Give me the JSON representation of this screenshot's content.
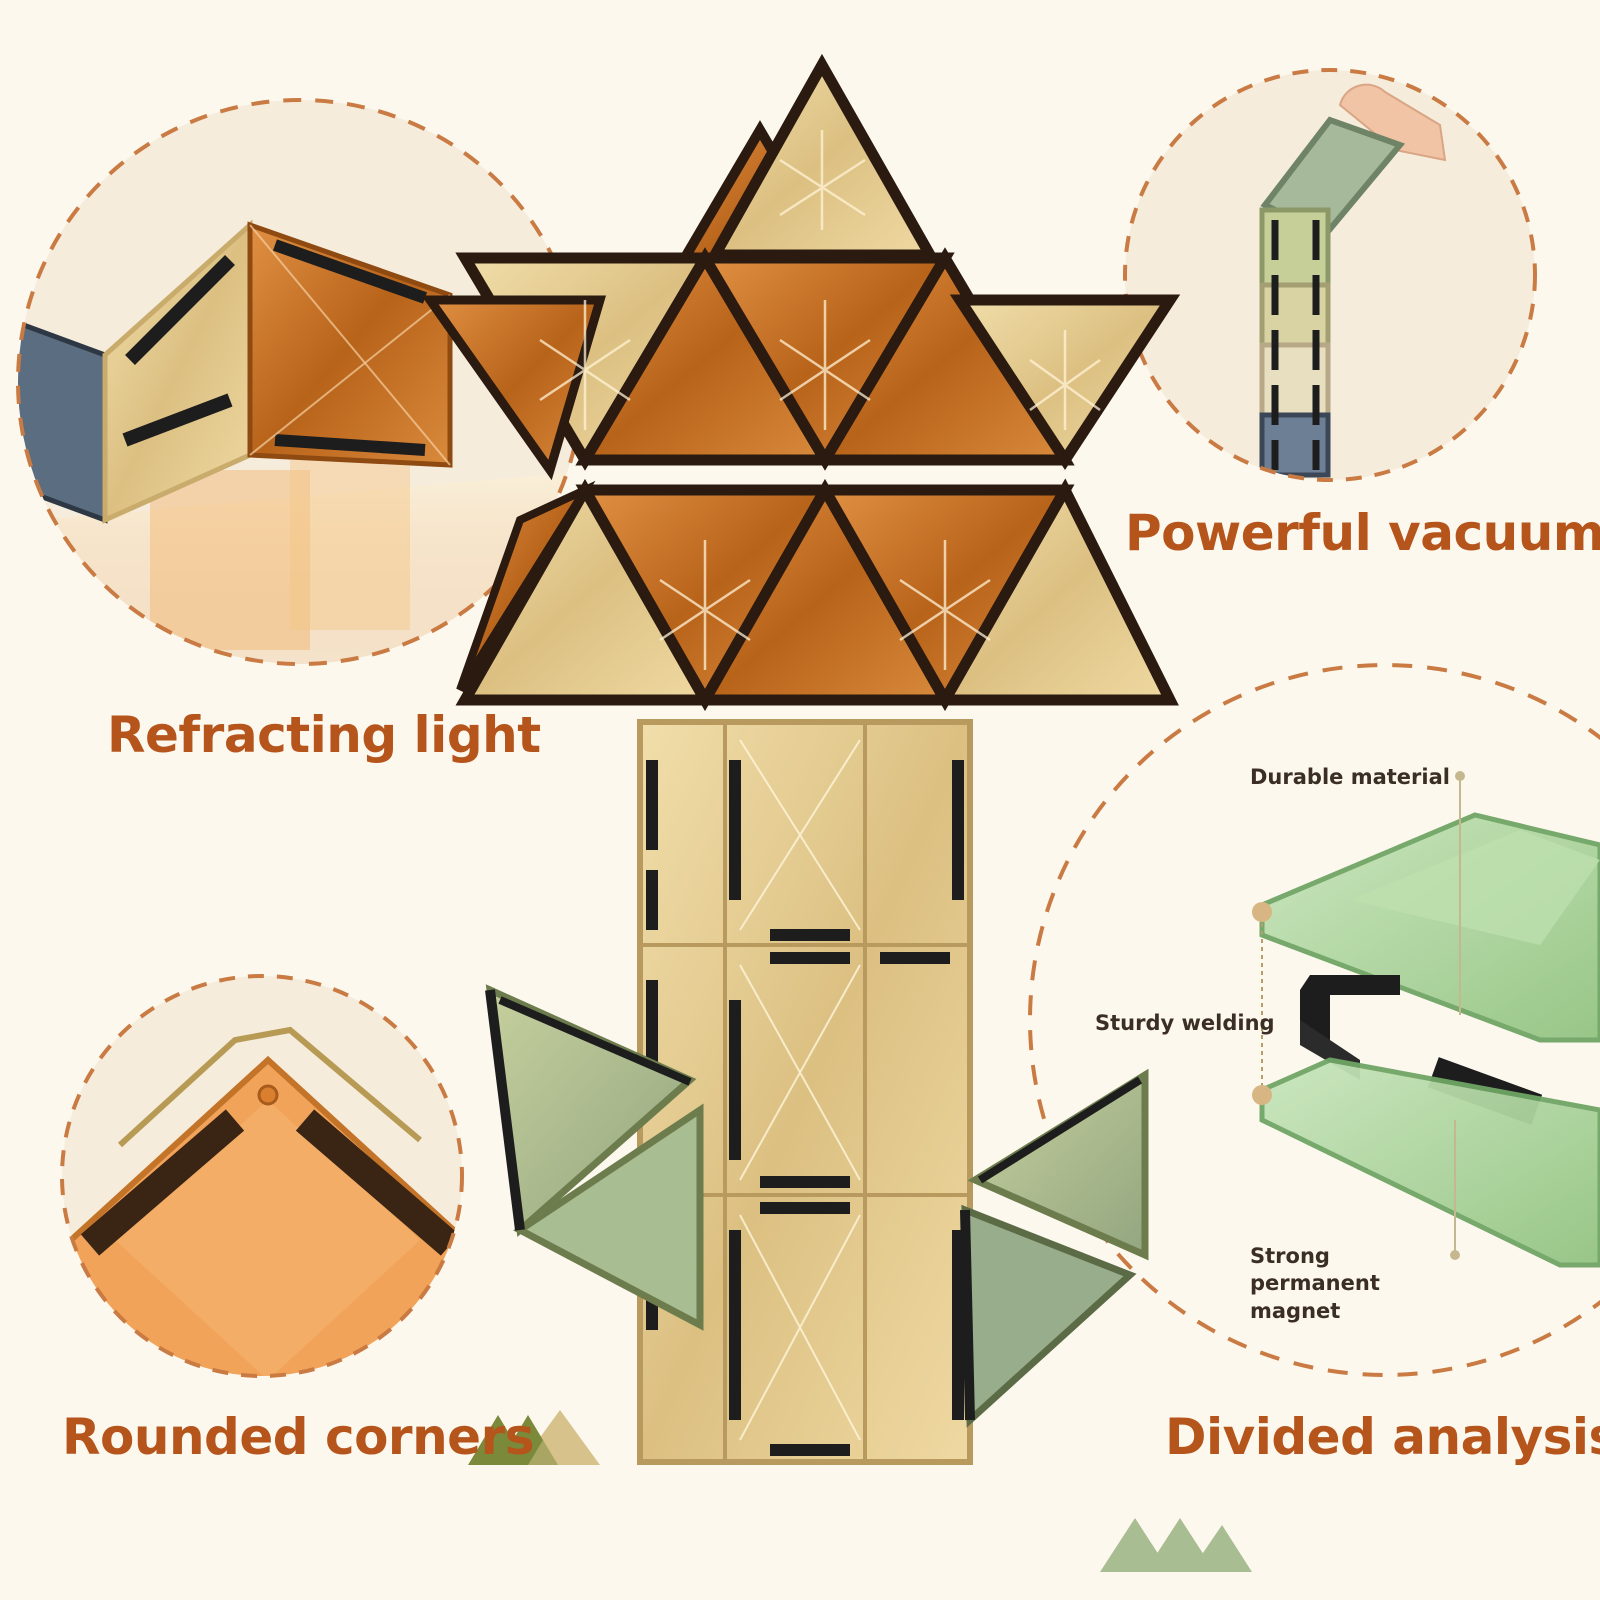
{
  "features": {
    "refracting_light": "Refracting light",
    "powerful_vacuum": "Powerful vacuum",
    "rounded_corners": "Rounded corners",
    "divided_analysis": "Divided analysis"
  },
  "callouts": {
    "durable_material": "Durable material",
    "sturdy_welding": "Sturdy welding",
    "strong_permanent_magnet": "Strong permanent magnet"
  },
  "colors": {
    "background": "#fdf8ee",
    "heading": "#b5541b",
    "dashed_circle": "#c97b43",
    "tile_amber": "#c8701f",
    "tile_cream": "#e5cd8c",
    "tile_sage": "#a9b98a",
    "tile_slate": "#5b6d80",
    "tile_green": "#a9d39a",
    "magnet": "#1d1d1d",
    "mountain_olive": "#7b8a3a",
    "mountain_sand": "#d6c28a",
    "mountain_sage": "#a8bd92"
  },
  "icons": {
    "decor_left": "mountain-icon",
    "decor_bottom": "mountain-icon"
  }
}
